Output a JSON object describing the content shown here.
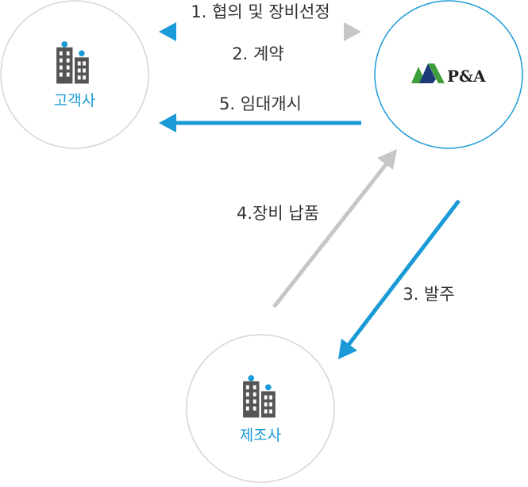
{
  "nodes": {
    "client": {
      "label": "고객사",
      "icon": "building-icon"
    },
    "pna": {
      "brand": "P&A",
      "icon": "pna-logo-icon"
    },
    "manufacturer": {
      "label": "제조사",
      "icon": "building-icon"
    }
  },
  "steps": [
    {
      "label": "1. 협의 및 장비선정"
    },
    {
      "label": "2. 계약"
    },
    {
      "label": "3. 발주"
    },
    {
      "label": "4.장비 납품"
    },
    {
      "label": "5. 임대개시"
    }
  ],
  "colors": {
    "primary_blue": "#1a9ad6",
    "gray_arrow": "#c6c6c6",
    "node_label": "#1a9ad6",
    "building_body": "#555555",
    "building_dot": "#1a9ad6",
    "logo_green": "#3d9e3a",
    "logo_navy": "#1f3a78"
  }
}
